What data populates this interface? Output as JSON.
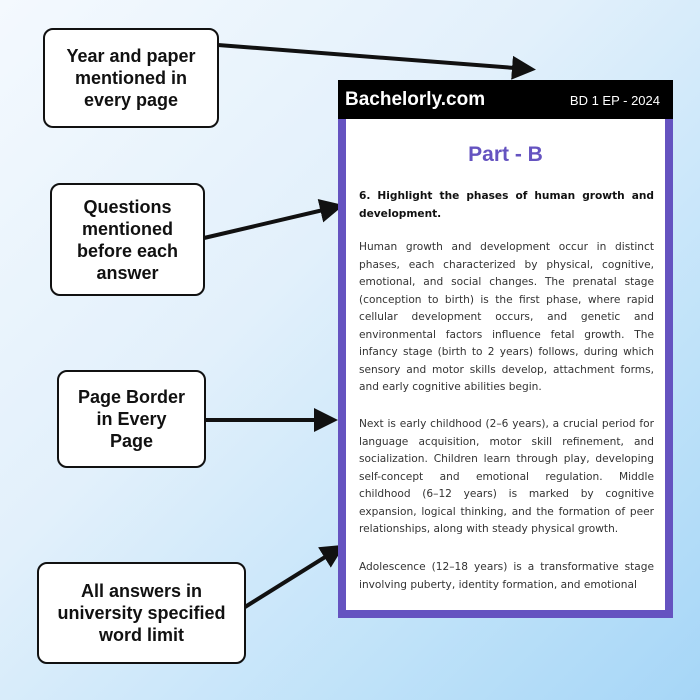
{
  "callouts": [
    {
      "text": "Year and paper mentioned in every page"
    },
    {
      "text": "Questions mentioned before each answer"
    },
    {
      "text": "Page Border in Every Page"
    },
    {
      "text": "All answers in university specified word limit"
    }
  ],
  "page": {
    "brand": "Bachelorly.com",
    "paper_code": "BD 1 EP - 2024",
    "section": "Part - B",
    "question_lines": [
      "6. Highlight the phases of human growth and",
      "development."
    ],
    "paragraphs": [
      [
        "Human growth and development occur in distinct",
        "phases, each characterized by physical, cognitive,",
        "emotional, and social changes. The prenatal stage",
        "(conception to birth) is the first phase, where rapid",
        "cellular development occurs, and genetic and",
        "environmental factors influence fetal growth. The",
        "infancy stage (birth to 2 years) follows, during which",
        "sensory and motor skills develop, attachment forms,",
        "and early cognitive abilities begin."
      ],
      [
        "Next is early childhood (2–6 years), a crucial period for",
        "language acquisition, motor skill refinement, and",
        "socialization. Children learn through play, developing",
        "self-concept and emotional regulation. Middle",
        "childhood (6–12 years) is marked by cognitive",
        "expansion, logical thinking, and the formation of peer",
        "relationships, along with steady physical growth."
      ],
      [
        "Adolescence (12–18 years) is a transformative stage",
        "involving puberty, identity formation, and emotional"
      ]
    ]
  },
  "colors": {
    "accent": "#6553c0",
    "header": "#000000",
    "arrow": "#111111"
  }
}
